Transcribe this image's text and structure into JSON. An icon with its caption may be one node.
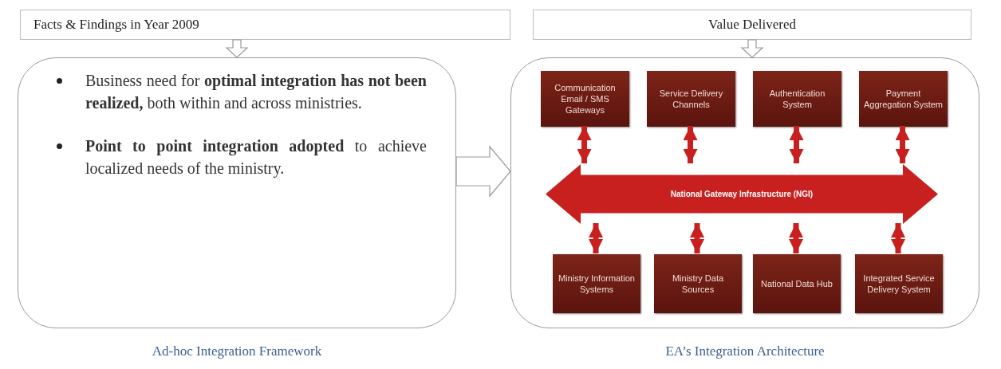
{
  "diagram": {
    "nodes": [
      {
        "text": [
          "Facts & Findings in Year 2009"
        ]
      },
      {
        "text": [
          "Business need for **optimal integration has not been realized,** both within and across ministries.",
          "**Point to point integration adopted** to achieve localized needs of the ministry."
        ],
        "beside": [
          "Ad-hoc Integration Framework"
        ]
      },
      {
        "text": [
          "Value Delivered"
        ]
      },
      {
        "text": [],
        "shape": "box",
        "beside": [
          "EA’s Integration Architecture"
        ]
      },
      {
        "text": [
          "Communication Email / SMS Gateways"
        ],
        "in": 3
      },
      {
        "text": [
          "Service Delivery Channels"
        ],
        "in": 3
      },
      {
        "text": [
          "Authentication System"
        ],
        "in": 3
      },
      {
        "text": [
          "Payment Aggregation System"
        ],
        "in": 3
      },
      {
        "text": [
          "National Gateway Infrastructure (NGI)"
        ],
        "in": 3
      },
      {
        "text": [
          "Ministry Information Systems"
        ],
        "in": 3
      },
      {
        "text": [
          "Ministry Data Sources"
        ],
        "in": 3
      },
      {
        "text": [
          "National Data Hub"
        ],
        "in": 3
      },
      {
        "text": [
          "Integrated Service Delivery System"
        ],
        "in": 3
      }
    ],
    "edges": [
      {
        "from": 0,
        "to": 1,
        "arrow": "to",
        "color": "#9a9a9a"
      },
      {
        "from": 2,
        "to": 3,
        "arrow": "to",
        "color": "#9a9a9a"
      },
      {
        "from": 1,
        "to": 3,
        "arrow": "to",
        "color": "#9a9a9a"
      },
      {
        "from": 4,
        "to": 8,
        "arrow": "both"
      },
      {
        "from": 5,
        "to": 8,
        "arrow": "both"
      },
      {
        "from": 6,
        "to": 8,
        "arrow": "both"
      },
      {
        "from": 7,
        "to": 8,
        "arrow": "both"
      },
      {
        "from": 8,
        "to": 9,
        "arrow": "both"
      },
      {
        "from": 8,
        "to": 10,
        "arrow": "both"
      },
      {
        "from": 8,
        "to": 11,
        "arrow": "both"
      },
      {
        "from": 8,
        "to": 12,
        "arrow": "both"
      }
    ]
  }
}
